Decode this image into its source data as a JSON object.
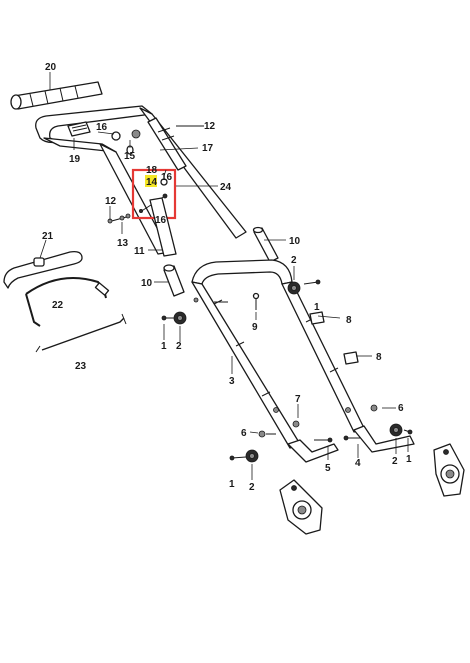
{
  "diagram": {
    "highlight_color": "#e53935",
    "badge_color": "#f5e625",
    "highlighted_part": "14",
    "labels": {
      "l20": "20",
      "l16a": "16",
      "l15": "15",
      "l12a": "12",
      "l17": "17",
      "l19": "19",
      "l18": "18",
      "l14": "14",
      "l16b": "16",
      "l16c": "16",
      "l24": "24",
      "l12b": "12",
      "l13": "13",
      "l11": "11",
      "l10a": "10",
      "l21": "21",
      "l22": "22",
      "l23": "23",
      "l10b": "10",
      "l2a": "2",
      "l9": "9",
      "l1a": "1",
      "l8a": "8",
      "l1b": "1",
      "l2b": "2",
      "l3": "3",
      "l8b": "8",
      "l7": "7",
      "l6a": "6",
      "l6b": "6",
      "l5": "5",
      "l4": "4",
      "l2c": "2",
      "l1c": "1",
      "l1d": "1",
      "l2d": "2"
    }
  }
}
